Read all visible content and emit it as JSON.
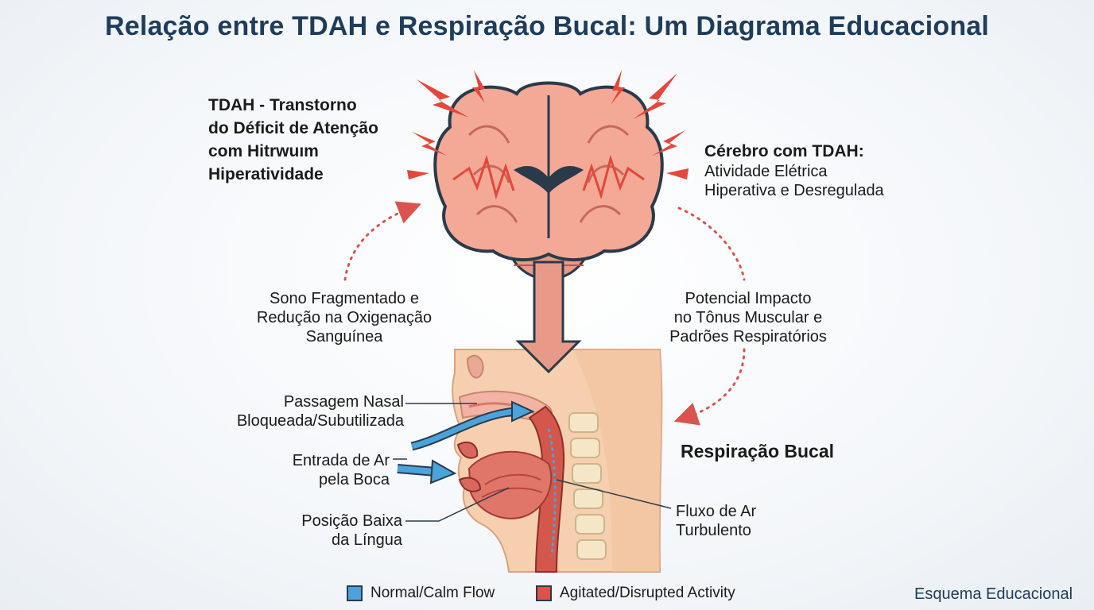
{
  "title": "Relação entre TDAH e Respiração Bucal: Um Diagrama Educacional",
  "tdah_heading": {
    "line1": "TDAH - Transtorno",
    "line2": "do Déficit de Atenção",
    "line3": "com Hitrwuım",
    "line4": "Hiperatividade"
  },
  "brain_label": {
    "heading": "Cérebro com TDAH:",
    "line1": "Atividade Elétrica",
    "line2": "Hiperativa e Desregulada"
  },
  "sleep_label": {
    "line1": "Sono Fragmentado e",
    "line2": "Redução na Oxigenação",
    "line3": "Sanguínea"
  },
  "impact_label": {
    "line1": "Potencial Impacto",
    "line2": "no Tônus Muscular e",
    "line3": "Padrões Respiratórios"
  },
  "mouth_breathing_title": "Respiração Bucal",
  "anatomy_labels": {
    "nasal_line1": "Passagem Nasal",
    "nasal_line2": "Bloqueada/Subutilizada",
    "mouth_line1": "Entrada de Ar",
    "mouth_line2": "pela Boca",
    "tongue_line1": "Posição Baixa",
    "tongue_line2": "da Língua",
    "flow_line1": "Fluxo de Ar",
    "flow_line2": "Turbulento"
  },
  "legend": [
    {
      "label": "Normal/Calm Flow",
      "color": "#4aa3dd"
    },
    {
      "label": "Agitated/Disrupted Activity",
      "color": "#e0514a"
    }
  ],
  "footer": "Esquema Educacional",
  "colors": {
    "title": "#1f3d5a",
    "brain_fill": "#f3a996",
    "outline": "#2b3a4a",
    "agitation": "#e4473c",
    "calm_flow": "#4aa3dd",
    "skin": "#f6cfae"
  }
}
